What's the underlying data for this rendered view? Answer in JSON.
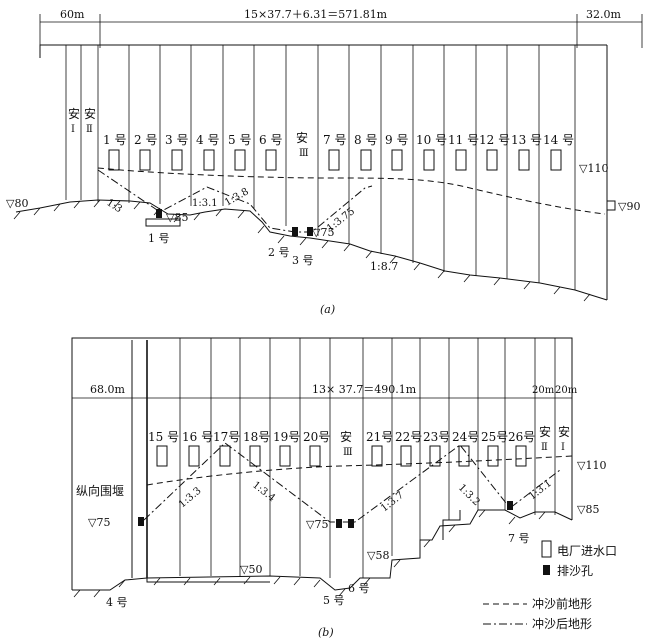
{
  "diagram_a": {
    "caption": "(a)",
    "dim_left": "60m",
    "dim_main": "15×37.7＋6.31＝571.81m",
    "dim_right": "32.0m",
    "units": [
      "安",
      "Ⅰ",
      "安",
      "Ⅱ",
      "1 号",
      "2 号",
      "3 号",
      "4 号",
      "5 号",
      "6 号",
      "安",
      "Ⅲ",
      "7 号",
      "8 号",
      "9 号",
      "10 号",
      "11 号",
      "12 号",
      "13 号",
      "14 号"
    ],
    "slopes": [
      "1:3",
      "1:3.1",
      "1:3.8",
      "1:3.75",
      "1:8.7"
    ],
    "levels": [
      "▽80",
      "▽85",
      "▽75",
      "▽110",
      "▽90"
    ],
    "hole_labels": [
      "1 号",
      "2 号",
      "3 号"
    ]
  },
  "diagram_b": {
    "caption": "(b)",
    "dim_left": "68.0m",
    "dim_main": "13× 37.7＝490.1m",
    "dim_right1": "20m",
    "dim_right2": "20m",
    "cofferdam": "纵向围堰",
    "units": [
      "15 号",
      "16 号",
      "17号",
      "18号",
      "19号",
      "20号",
      "安",
      "Ⅲ",
      "21号",
      "22号",
      "23号",
      "24号",
      "25号",
      "26号",
      "安",
      "Ⅱ",
      "安",
      "Ⅰ"
    ],
    "slopes": [
      "1:3.3",
      "1:3.4",
      "1:3.7",
      "1:3.2",
      "1:3.1"
    ],
    "levels": [
      "▽75",
      "▽75",
      "▽50",
      "▽58",
      "▽110",
      "▽85"
    ],
    "hole_labels": [
      "4 号",
      "5 号",
      "6 号",
      "7 号"
    ]
  },
  "legend": {
    "intake": "电厂进水口",
    "sand_hole": "排沙孔",
    "before": "冲沙前地形",
    "after": "冲沙后地形"
  }
}
